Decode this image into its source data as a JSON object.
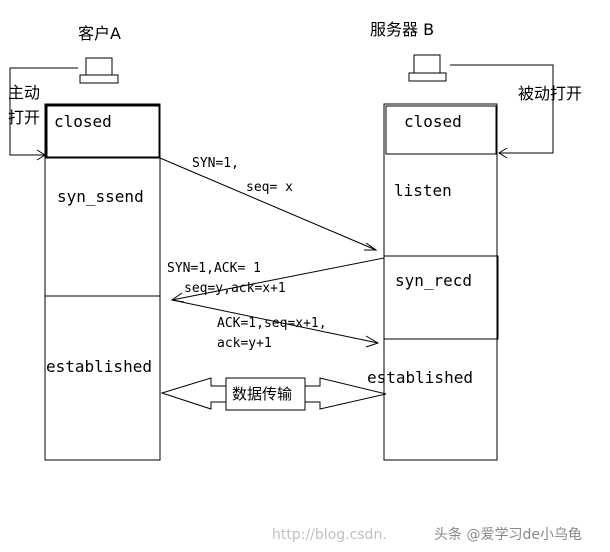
{
  "client": {
    "title": "客户A",
    "action_line1": "主动",
    "action_line2": "打开"
  },
  "server": {
    "title": "服务器 B",
    "action": "被动打开"
  },
  "states_client": {
    "closed": "closed",
    "syn_send": "syn_ssend",
    "established": "established"
  },
  "states_server": {
    "closed": "closed",
    "listen": "listen",
    "syn_recd": "syn_recd",
    "established": "established"
  },
  "messages": {
    "m1_line1": "SYN=1,",
    "m1_line2": "seq= x",
    "m2_line1": "SYN=1,ACK= 1",
    "m2_line2": "seq=y,ack=x+1",
    "m3_line1": "ACK=1,seq=x+1,",
    "m3_line2": "ack=y+1"
  },
  "transfer_label": "数据传输",
  "watermark": {
    "url": "http://blog.csdn.",
    "author": "头条 @爱学习de小乌龟"
  }
}
